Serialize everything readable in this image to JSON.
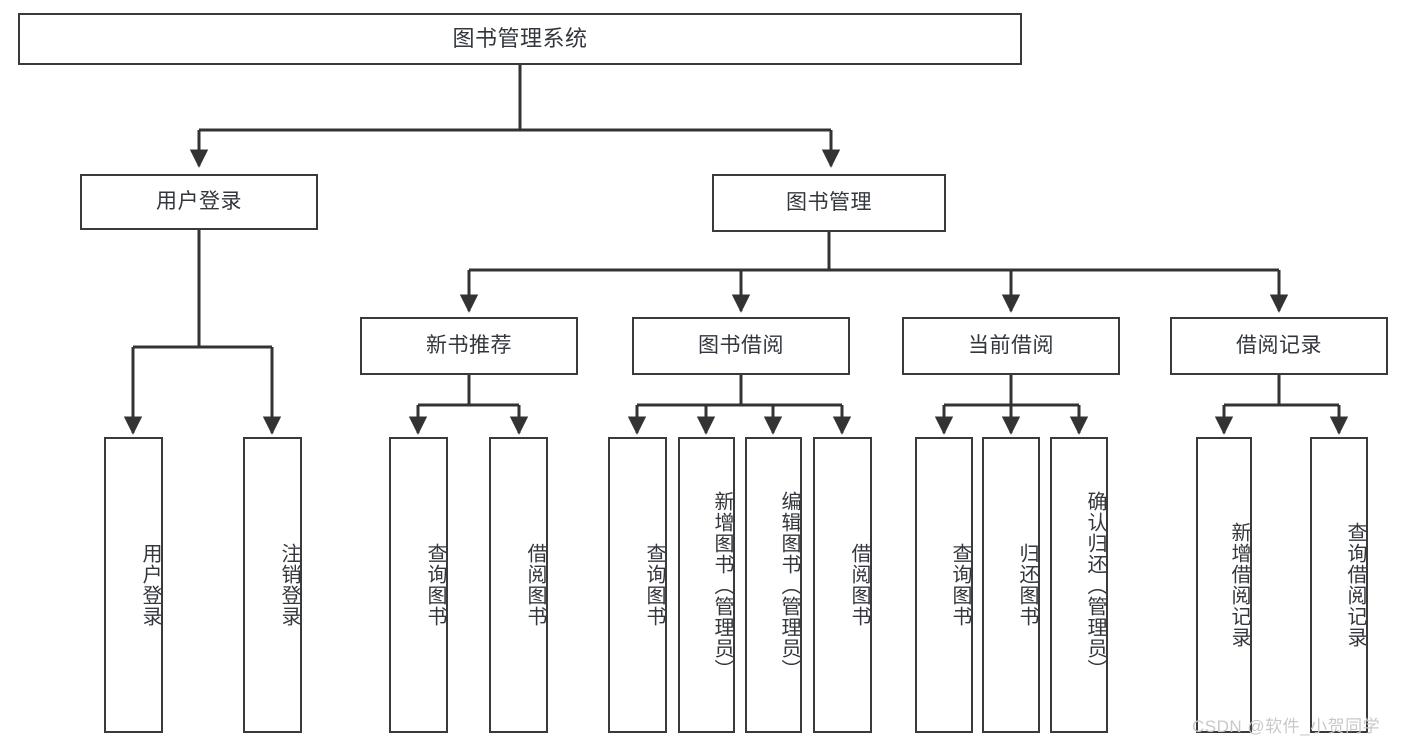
{
  "diagram": {
    "title": "图书管理系统",
    "style": {
      "box_border_color": "#3a3a3a",
      "text_color": "#33373d",
      "background": "#ffffff",
      "edge_color": "#333333"
    },
    "root": {
      "id": "root",
      "label": "图书管理系统"
    },
    "level1": [
      {
        "id": "user-login",
        "label": "用户登录"
      },
      {
        "id": "book-manage",
        "label": "图书管理"
      }
    ],
    "level2": [
      {
        "id": "new-book-recommend",
        "label": "新书推荐",
        "parent": "book-manage"
      },
      {
        "id": "book-borrow",
        "label": "图书借阅",
        "parent": "book-manage"
      },
      {
        "id": "current-borrow",
        "label": "当前借阅",
        "parent": "book-manage"
      },
      {
        "id": "borrow-record",
        "label": "借阅记录",
        "parent": "book-manage"
      }
    ],
    "leaves": [
      {
        "id": "leaf-user-login",
        "label": "用户登录",
        "parent": "user-login"
      },
      {
        "id": "leaf-logout-login",
        "label": "注销登录",
        "parent": "user-login"
      },
      {
        "id": "leaf-query-book-1",
        "label": "查询图书",
        "parent": "new-book-recommend"
      },
      {
        "id": "leaf-borrow-book-1",
        "label": "借阅图书",
        "parent": "new-book-recommend"
      },
      {
        "id": "leaf-query-book-2",
        "label": "查询图书",
        "parent": "book-borrow"
      },
      {
        "id": "leaf-add-book",
        "label": "新增图书（管理员）",
        "parent": "book-borrow"
      },
      {
        "id": "leaf-edit-book",
        "label": "编辑图书（管理员）",
        "parent": "book-borrow"
      },
      {
        "id": "leaf-borrow-book-2",
        "label": "借阅图书",
        "parent": "book-borrow"
      },
      {
        "id": "leaf-query-book-3",
        "label": "查询图书",
        "parent": "current-borrow"
      },
      {
        "id": "leaf-return-book",
        "label": "归还图书",
        "parent": "current-borrow"
      },
      {
        "id": "leaf-confirm-return",
        "label": "确认归还（管理员）",
        "parent": "current-borrow"
      },
      {
        "id": "leaf-add-record",
        "label": "新增借阅记录",
        "parent": "borrow-record"
      },
      {
        "id": "leaf-query-record",
        "label": "查询借阅记录",
        "parent": "borrow-record"
      }
    ],
    "watermark": "CSDN @软件_小贺同学"
  }
}
